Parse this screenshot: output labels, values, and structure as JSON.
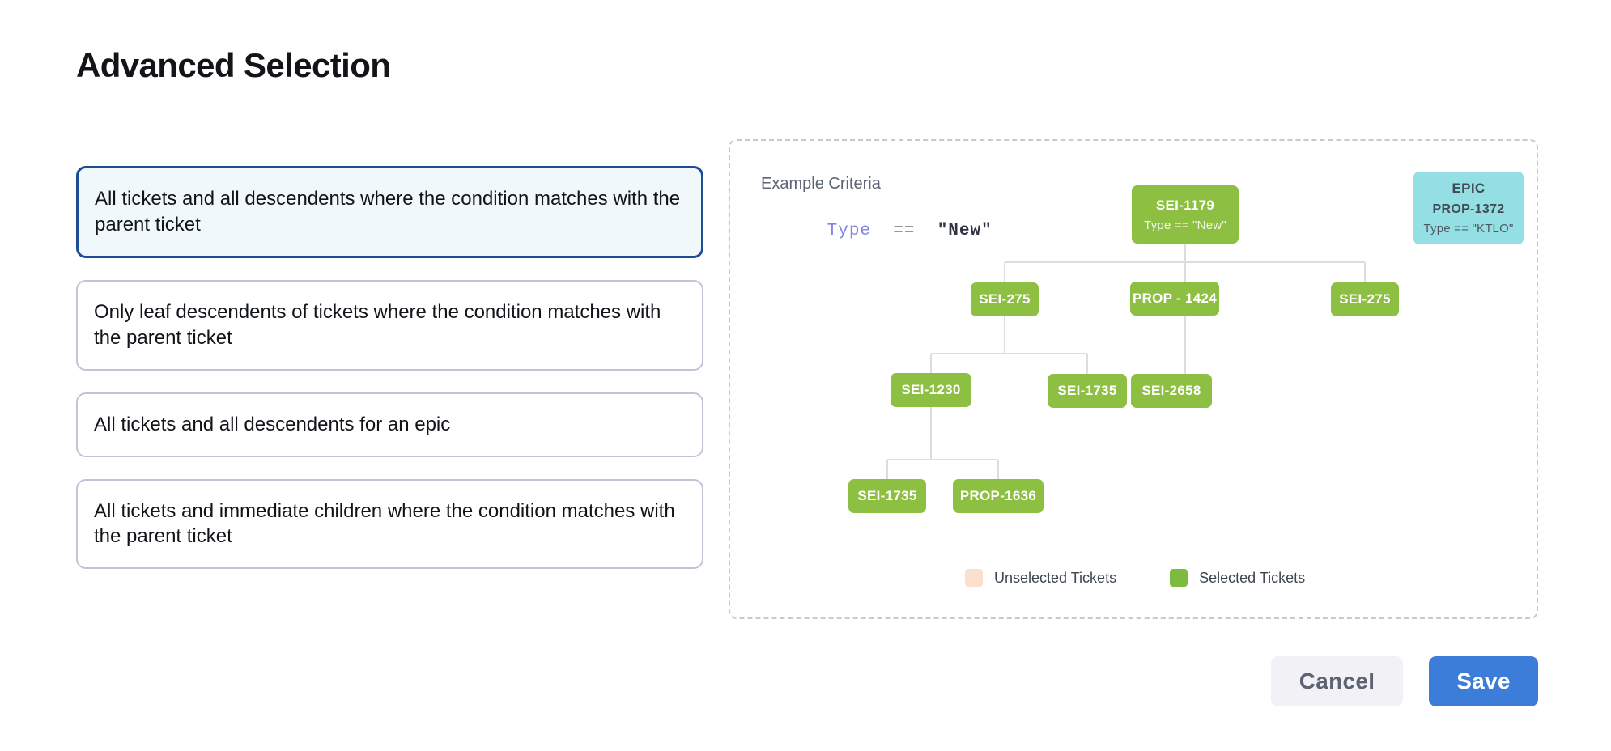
{
  "page_title": "Advanced Selection",
  "options": [
    {
      "label": "All tickets and all descendents where the condition matches with the parent ticket",
      "selected": true
    },
    {
      "label": "Only leaf descendents of tickets where the condition matches with the parent ticket",
      "selected": false
    },
    {
      "label": "All tickets and all descendents for an epic",
      "selected": false
    },
    {
      "label": "All tickets and immediate children where the condition matches with the parent ticket",
      "selected": false
    }
  ],
  "diagram": {
    "criteria_label": "Example Criteria",
    "criteria_key": "Type",
    "criteria_operator": "==",
    "criteria_value": "\"New\"",
    "nodes": {
      "root": {
        "id": "SEI-1179",
        "condition": "Type == \"New\""
      },
      "epic": {
        "kind": "EPIC",
        "id": "PROP-1372",
        "condition": "Type == \"KTLO\""
      },
      "c1": {
        "id": "SEI-275"
      },
      "c2": {
        "id": "PROP - 1424"
      },
      "c3": {
        "id": "SEI-275"
      },
      "d1": {
        "id": "SEI-1230"
      },
      "d2": {
        "id": "SEI-1735"
      },
      "d3": {
        "id": "SEI-2658"
      },
      "e1": {
        "id": "SEI-1735"
      },
      "e2": {
        "id": "PROP-1636"
      }
    },
    "legend": [
      {
        "label": "Unselected Tickets",
        "color": "#fbe0cd"
      },
      {
        "label": "Selected Tickets",
        "color": "#7cbb3d"
      }
    ]
  },
  "footer": {
    "cancel_label": "Cancel",
    "save_label": "Save"
  },
  "colors": {
    "selected_node": "#8dbf42",
    "epic_node": "#93dfe3",
    "primary_button": "#3b7dd8",
    "selected_card_border": "#1c4e96",
    "selected_card_bg": "#f0f8fb",
    "criteria_key": "#8085e8"
  }
}
